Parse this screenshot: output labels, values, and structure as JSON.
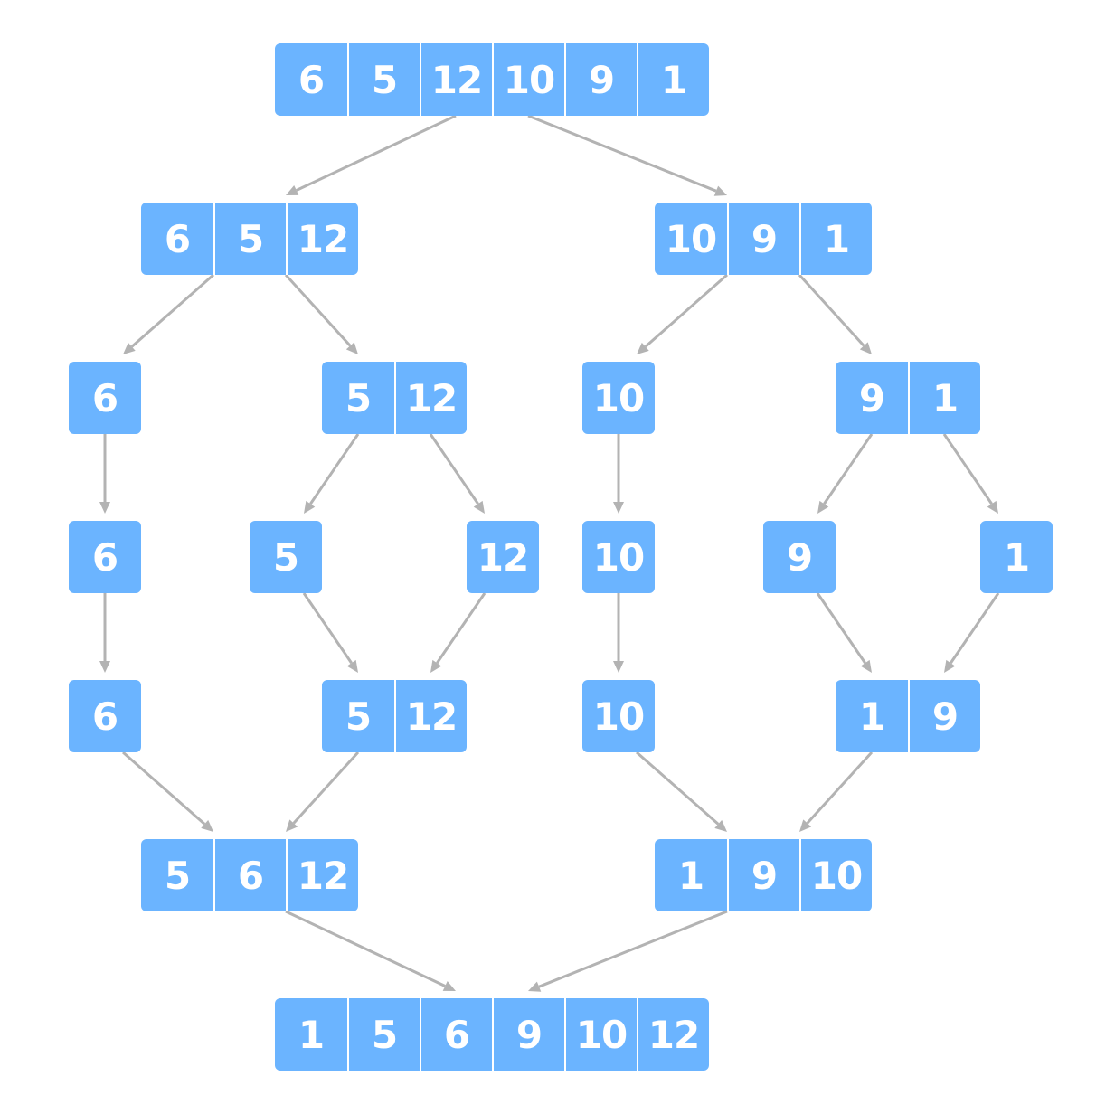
{
  "colors": {
    "cell": "#6bb4ff",
    "text": "#ffffff",
    "arrow": "#b3b3b3"
  },
  "nodes": [
    {
      "id": "root",
      "values": [
        "6",
        "5",
        "12",
        "10",
        "9",
        "1"
      ]
    },
    {
      "id": "l",
      "values": [
        "6",
        "5",
        "12"
      ]
    },
    {
      "id": "r",
      "values": [
        "10",
        "9",
        "1"
      ]
    },
    {
      "id": "l6a",
      "values": [
        "6"
      ]
    },
    {
      "id": "l512a",
      "values": [
        "5",
        "12"
      ]
    },
    {
      "id": "r10a",
      "values": [
        "10"
      ]
    },
    {
      "id": "r91a",
      "values": [
        "9",
        "1"
      ]
    },
    {
      "id": "l6b",
      "values": [
        "6"
      ]
    },
    {
      "id": "l5",
      "values": [
        "5"
      ]
    },
    {
      "id": "l12",
      "values": [
        "12"
      ]
    },
    {
      "id": "r10b",
      "values": [
        "10"
      ]
    },
    {
      "id": "r9",
      "values": [
        "9"
      ]
    },
    {
      "id": "r1",
      "values": [
        "1"
      ]
    },
    {
      "id": "l6c",
      "values": [
        "6"
      ]
    },
    {
      "id": "l512b",
      "values": [
        "5",
        "12"
      ]
    },
    {
      "id": "r10c",
      "values": [
        "10"
      ]
    },
    {
      "id": "r19",
      "values": [
        "1",
        "9"
      ]
    },
    {
      "id": "l5612",
      "values": [
        "5",
        "6",
        "12"
      ]
    },
    {
      "id": "r1910",
      "values": [
        "1",
        "9",
        "10"
      ]
    },
    {
      "id": "final",
      "values": [
        "1",
        "5",
        "6",
        "9",
        "10",
        "12"
      ]
    }
  ],
  "edges": [
    [
      "root",
      "l"
    ],
    [
      "root",
      "r"
    ],
    [
      "l",
      "l6a"
    ],
    [
      "l",
      "l512a"
    ],
    [
      "r",
      "r10a"
    ],
    [
      "r",
      "r91a"
    ],
    [
      "l6a",
      "l6b"
    ],
    [
      "l512a",
      "l5"
    ],
    [
      "l512a",
      "l12"
    ],
    [
      "r10a",
      "r10b"
    ],
    [
      "r91a",
      "r9"
    ],
    [
      "r91a",
      "r1"
    ],
    [
      "l6b",
      "l6c"
    ],
    [
      "l5",
      "l512b"
    ],
    [
      "l12",
      "l512b"
    ],
    [
      "r10b",
      "r10c"
    ],
    [
      "r9",
      "r19"
    ],
    [
      "r1",
      "r19"
    ],
    [
      "l6c",
      "l5612"
    ],
    [
      "l512b",
      "l5612"
    ],
    [
      "r10c",
      "r1910"
    ],
    [
      "r19",
      "r1910"
    ],
    [
      "l5612",
      "final"
    ],
    [
      "r1910",
      "final"
    ]
  ]
}
